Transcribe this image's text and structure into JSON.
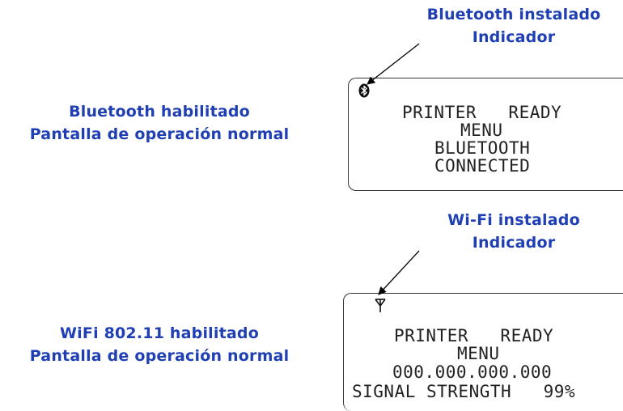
{
  "colors": {
    "caption": "#1f3fb3",
    "lcd_text": "#222222",
    "border": "#333333"
  },
  "top": {
    "indicator_label": [
      "Bluetooth instalado",
      "Indicador"
    ],
    "side_caption": [
      "Bluetooth habilitado",
      "Pantalla de operación normal"
    ],
    "indicator_icon": "bluetooth-icon",
    "lcd_lines": [
      "PRINTER   READY",
      "MENU",
      "BLUETOOTH",
      "CONNECTED"
    ]
  },
  "bottom": {
    "indicator_label": [
      "Wi-Fi instalado",
      "Indicador"
    ],
    "side_caption": [
      "WiFi 802.11 habilitado",
      "Pantalla de operación normal"
    ],
    "indicator_icon": "antenna-icon",
    "lcd_lines": [
      "PRINTER   READY",
      "MENU",
      "000.000.000.000",
      "SIGNAL STRENGTH   99%"
    ]
  }
}
